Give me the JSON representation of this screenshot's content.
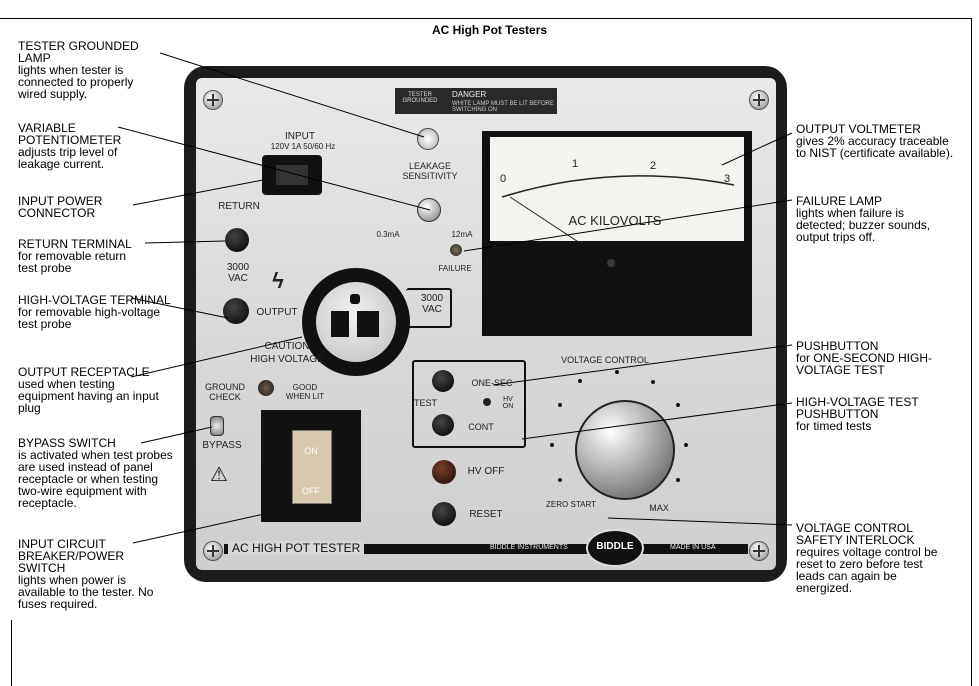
{
  "title": "AC High Pot Testers",
  "callouts": {
    "tester_grounded": {
      "head": "TESTER GROUNDED LAMP",
      "body": "lights when tester is connected to properly wired supply."
    },
    "potentiometer": {
      "head": "VARIABLE POTENTIOMETER",
      "body": "adjusts trip level of leakage current."
    },
    "input_power": {
      "head": "INPUT POWER CONNECTOR",
      "body": ""
    },
    "return_terminal": {
      "head": "RETURN TERMINAL",
      "body": "for removable return test probe"
    },
    "hv_terminal": {
      "head": "HIGH-VOLTAGE TERMINAL",
      "body": "for removable high-voltage test probe"
    },
    "output_receptacle": {
      "head": "OUTPUT RECEPTACLE",
      "body": "used when testing equipment having an input plug"
    },
    "bypass_switch": {
      "head": "BYPASS SWITCH",
      "body": "is activated when test probes are used instead of panel receptacle or when testing two-wire equipment with receptacle."
    },
    "input_breaker": {
      "head": "INPUT CIRCUIT BREAKER/POWER SWITCH",
      "body": "lights when power is available to the tester. No fuses required."
    },
    "output_voltmeter": {
      "head": "OUTPUT VOLTMETER",
      "body": "gives 2% accuracy traceable to NIST (certificate available)."
    },
    "failure_lamp": {
      "head": "FAILURE LAMP",
      "body": "lights when failure is detected; buzzer sounds, output trips off."
    },
    "pushbutton_one_sec": {
      "head": "PUSHBUTTON",
      "body": "for ONE-SECOND HIGH-VOLTAGE TEST"
    },
    "hv_test_pushbutton": {
      "head": "HIGH-VOLTAGE TEST PUSHBUTTON",
      "body": "for timed tests"
    },
    "voltage_interlock": {
      "head": "VOLTAGE CONTROL SAFETY INTERLOCK",
      "body": "requires voltage control be reset to zero before test leads can again be energized."
    }
  },
  "panel": {
    "tester_grounded_label": "TESTER GROUNDED",
    "danger_label": "DANGER",
    "danger_note": "WHITE LAMP MUST BE LIT BEFORE SWITCHING ON",
    "input_label": "INPUT",
    "input_rating": "120V 1A 50/60 Hz",
    "return_label": "RETURN",
    "vac_label_1": "3000 VAC",
    "output_label": "OUTPUT",
    "vac_label_2": "3000 VAC",
    "caution_label": "CAUTION",
    "high_voltage_label": "HIGH VOLTAGE",
    "leakage_label": "LEAKAGE SENSITIVITY",
    "low_ma": "0.3mA",
    "high_ma": "12mA",
    "failure_label": "FAILURE",
    "meter_scale": [
      "0",
      "1",
      "2",
      "3"
    ],
    "meter_label": "AC KILOVOLTS",
    "ground_check": "GROUND CHECK",
    "good_when_lit": "GOOD WHEN LIT",
    "bypass_label": "BYPASS",
    "on_label": "ON",
    "off_label": "OFF",
    "test_label": "TEST",
    "one_sec_label": "ONE-SEC",
    "hv_on_label": "HV ON",
    "cont_label": "CONT",
    "hv_off_label": "HV OFF",
    "reset_label": "RESET",
    "voltage_control_label": "VOLTAGE CONTROL",
    "zero_start_label": "ZERO START",
    "max_label": "MAX",
    "bottom_left_label": "AC HIGH POT TESTER",
    "bottom_center_label": "BIDDLE INSTRUMENTS",
    "bottom_brand": "BIDDLE",
    "bottom_right_label": "MADE IN USA"
  }
}
